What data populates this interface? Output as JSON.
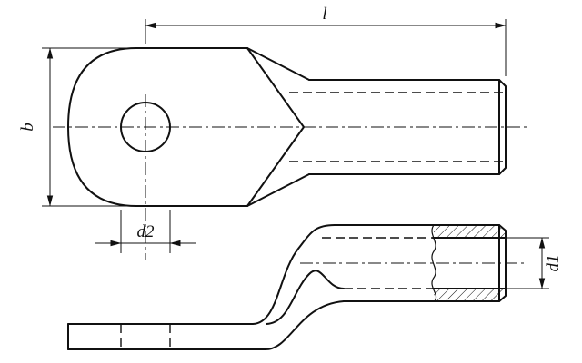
{
  "labels": {
    "length": "l",
    "width": "b",
    "hole_diameter": "d2",
    "bore_inner_diameter": "d1"
  },
  "colors": {
    "line": "#111111",
    "background": "#ffffff"
  }
}
